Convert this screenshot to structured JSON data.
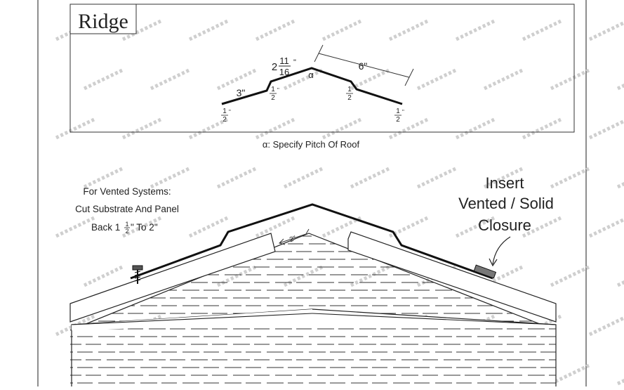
{
  "title": "Ridge",
  "profile": {
    "dim_6": "6\"",
    "dim_3": "3\"",
    "dim_2_whole": "2",
    "dim_2_num": "11",
    "dim_2_den": "16",
    "dim_2_unit": "\"",
    "alpha": "α",
    "half_num": "1",
    "half_den": "2",
    "half_unit": "\""
  },
  "note": "α: Specify Pitch Of Roof",
  "vent_note": {
    "line1": "For Vented Systems:",
    "line2": "Cut Substrate And Panel",
    "line3_a": "Back 1",
    "line3_num": "1",
    "line3_den": "2",
    "line3_b": "\" To 2\""
  },
  "dim_2in": "2\"",
  "closure_label": {
    "line1": "Insert",
    "line2": "Vented / Solid",
    "line3": "Closure"
  },
  "colors": {
    "line": "#1a1a1a",
    "watermark": "#cfcfcf"
  }
}
